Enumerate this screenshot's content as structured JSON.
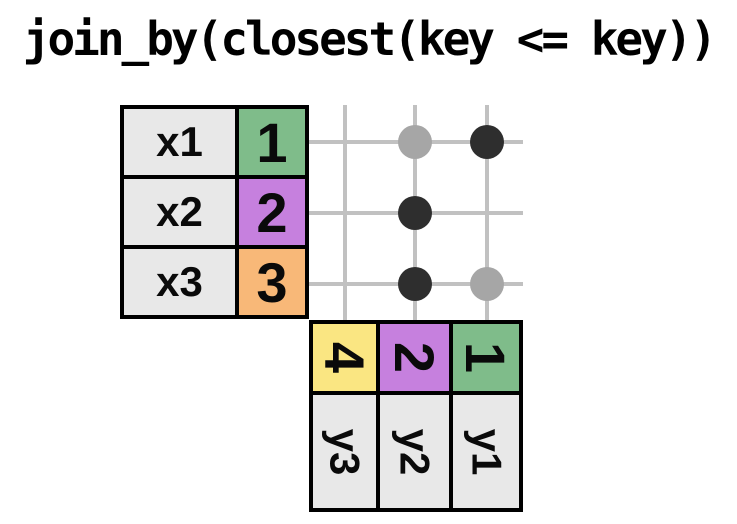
{
  "title": "join_by(closest(key <= key))",
  "colors": {
    "table_border": "#000000",
    "label_cell_bg": "#e8e8e8",
    "grid_line": "#c1c1c1",
    "match_dot": "#2e2e2e",
    "candidate_dot": "#a6a6a6",
    "key_green": "#7fbc8a",
    "key_purple": "#c680de",
    "key_orange": "#f8b878",
    "key_yellow": "#fae682"
  },
  "left_table": {
    "name": "x",
    "rows": [
      {
        "label": "x1",
        "key": "1",
        "key_color": "#7fbc8a"
      },
      {
        "label": "x2",
        "key": "2",
        "key_color": "#c680de"
      },
      {
        "label": "x3",
        "key": "3",
        "key_color": "#f8b878"
      }
    ]
  },
  "bottom_table": {
    "name": "y",
    "columns": [
      {
        "label": "y3",
        "key": "4",
        "key_color": "#fae682"
      },
      {
        "label": "y2",
        "key": "2",
        "key_color": "#c680de"
      },
      {
        "label": "y1",
        "key": "1",
        "key_color": "#7fbc8a"
      }
    ]
  },
  "match_grid": {
    "rows": [
      "x1",
      "x2",
      "x3"
    ],
    "columns": [
      "y3",
      "y2",
      "y1"
    ],
    "dots": [
      {
        "row": "x1",
        "col": "y2",
        "state": "candidate"
      },
      {
        "row": "x1",
        "col": "y1",
        "state": "match"
      },
      {
        "row": "x2",
        "col": "y2",
        "state": "match"
      },
      {
        "row": "x3",
        "col": "y2",
        "state": "match"
      },
      {
        "row": "x3",
        "col": "y1",
        "state": "candidate"
      }
    ]
  }
}
